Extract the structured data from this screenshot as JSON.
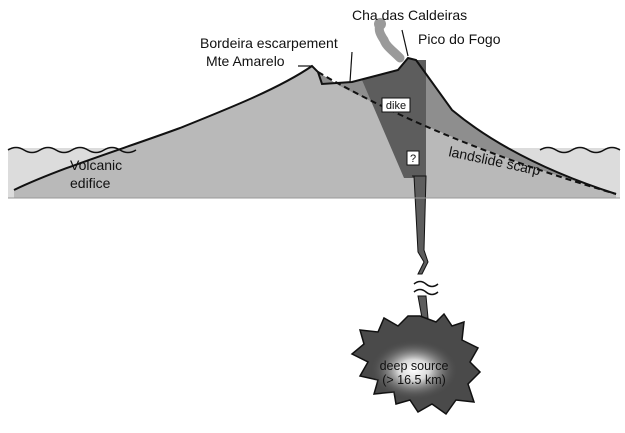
{
  "labels": {
    "cha_das_caldeiras": "Cha das Caldeiras",
    "pico_do_fogo": "Pico do Fogo",
    "bordeira_escarpement": "Bordeira escarpement",
    "mte_amarelo": "Mte Amarelo",
    "dike": "dike",
    "question_mark": "?",
    "landslide_scarp": "landslide scarp",
    "volcanic": "Volcanic",
    "edifice": "edifice",
    "deep_source_line1": "deep source",
    "deep_source_line2": "(> 16.5 km)"
  },
  "colors": {
    "edifice_light": "#b9b9b9",
    "landslide_block": "#8e8e8e",
    "dike_dark": "#5d5d5d",
    "sea": "#dcdcdc",
    "source": "#4a4a4a",
    "plume": "#9a9a9a",
    "outline": "#111111"
  }
}
